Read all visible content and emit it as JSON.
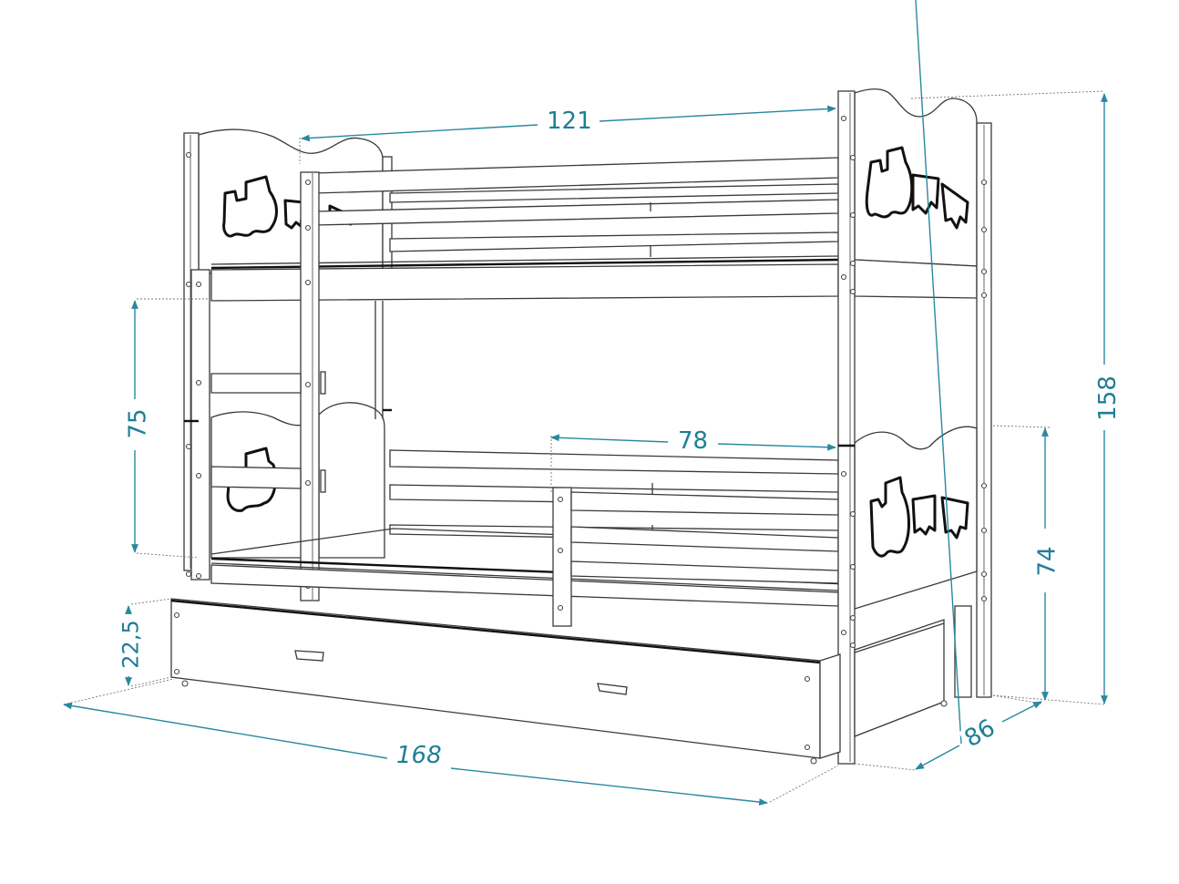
{
  "drawing": {
    "subject": "bunk bed with trundle drawer",
    "line_color": "#3a3a3a",
    "dimension_color": "#2a88a0",
    "decoration": "train-cutout-icon"
  },
  "dimensions": {
    "top_length": {
      "value": "121",
      "unit_hint": "cm"
    },
    "total_height": {
      "value": "158",
      "unit_hint": "cm"
    },
    "bunk_clearance": {
      "value": "75",
      "unit_hint": "cm"
    },
    "rail_opening": {
      "value": "78",
      "unit_hint": "cm"
    },
    "lower_height": {
      "value": "74",
      "unit_hint": "cm"
    },
    "drawer_height": {
      "value": "22,5",
      "unit_hint": "cm"
    },
    "total_length": {
      "value": "168",
      "unit_hint": "cm"
    },
    "depth": {
      "value": "86",
      "unit_hint": "cm"
    }
  }
}
